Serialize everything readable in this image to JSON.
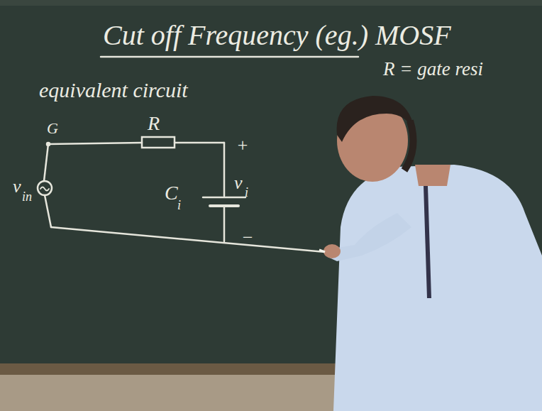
{
  "diagram": {
    "title": "Cut off Frequency (eg.) MOSF",
    "labels": [
      "equivalent circuit",
      "R = gate resi",
      "G",
      "R",
      "v",
      "in",
      "C",
      "i",
      "v",
      "i",
      "+",
      "−"
    ]
  }
}
